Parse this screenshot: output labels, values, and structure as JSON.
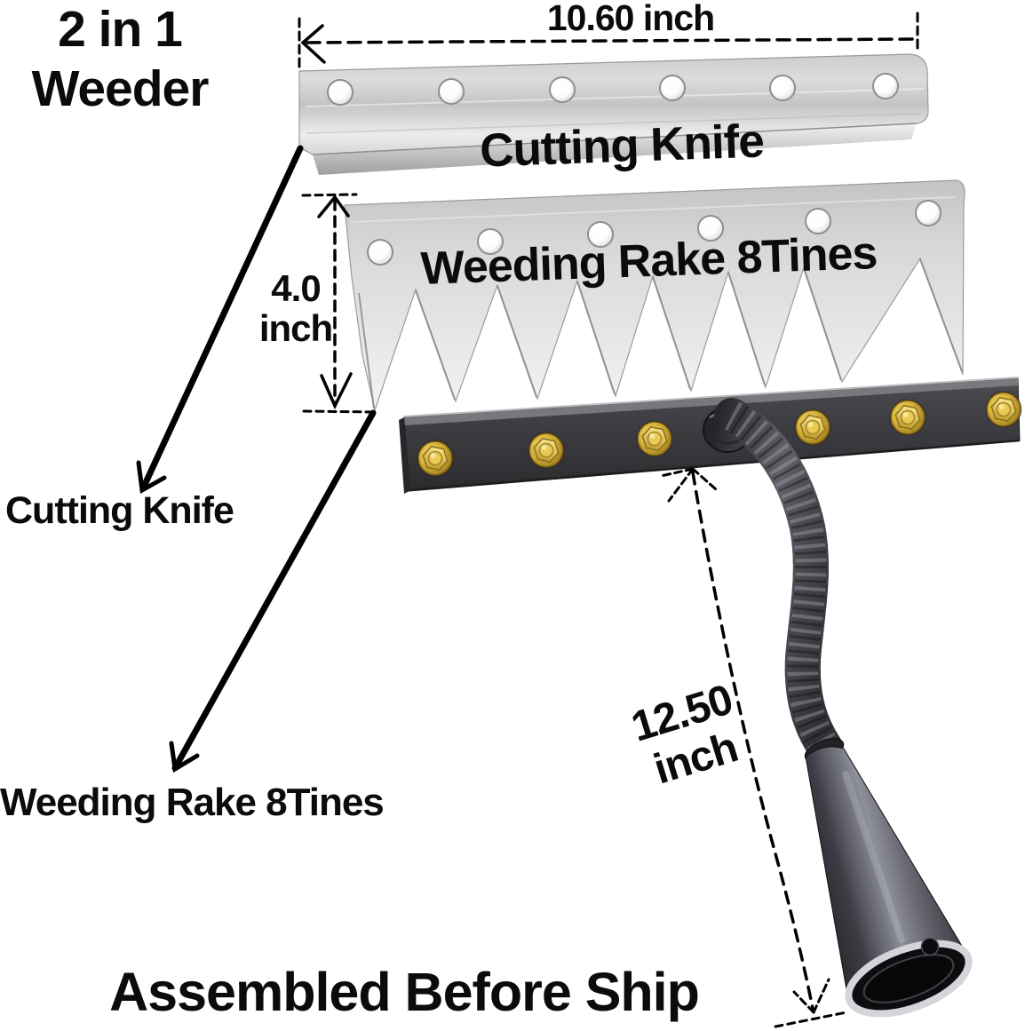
{
  "title": {
    "line1": "2 in 1",
    "line2": "Weeder"
  },
  "measurements": {
    "blade_width": "10.60 inch",
    "rake_height_value": "4.0",
    "rake_height_unit": "inch",
    "handle_length_value": "12.50",
    "handle_length_unit": "inch"
  },
  "part_labels": {
    "cutting_knife": "Cutting Knife",
    "weeding_rake": "Weeding Rake 8Tines"
  },
  "callouts": {
    "cutting_knife": "Cutting Knife",
    "weeding_rake": "Weeding Rake 8Tines"
  },
  "footer": "Assembled Before Ship",
  "parts": {
    "cutting_knife_holes": 6,
    "weeding_rake_tines": 8,
    "weeding_rake_holes": 6,
    "assembly_bolts": 6
  },
  "colors": {
    "text": "#0b0b0b",
    "metal_light": "#dedede",
    "bar_dark": "#3a3a3e",
    "bolt_gold": "#d4af37",
    "handle_dark": "#3c3c42"
  }
}
